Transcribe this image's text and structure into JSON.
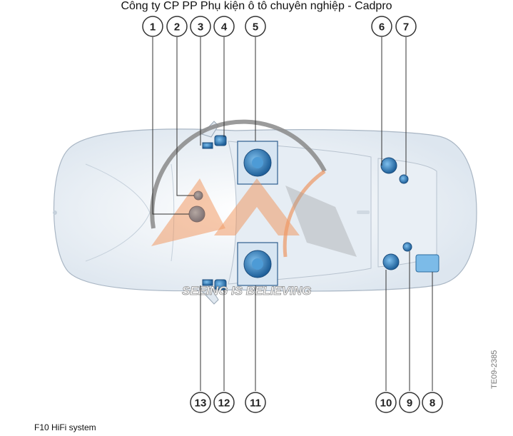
{
  "header": {
    "title": "Công ty CP PP Phụ kiện ô tô chuyên nghiệp - Cadpro"
  },
  "figure": {
    "caption": "F10 HiFi system",
    "image_code": "TE09-2385",
    "watermark_text": "SEEING IS BELIEVING"
  },
  "callouts": {
    "top": [
      "1",
      "2",
      "3",
      "4",
      "5",
      "6",
      "7"
    ],
    "bottom": [
      "13",
      "12",
      "11",
      "10",
      "9",
      "8"
    ]
  },
  "colors": {
    "speaker_blue": "#2e7fc0",
    "car_body": "#eef3f8",
    "watermark_orange": "#f08a4b",
    "watermark_gray": "#8a8a8a"
  }
}
